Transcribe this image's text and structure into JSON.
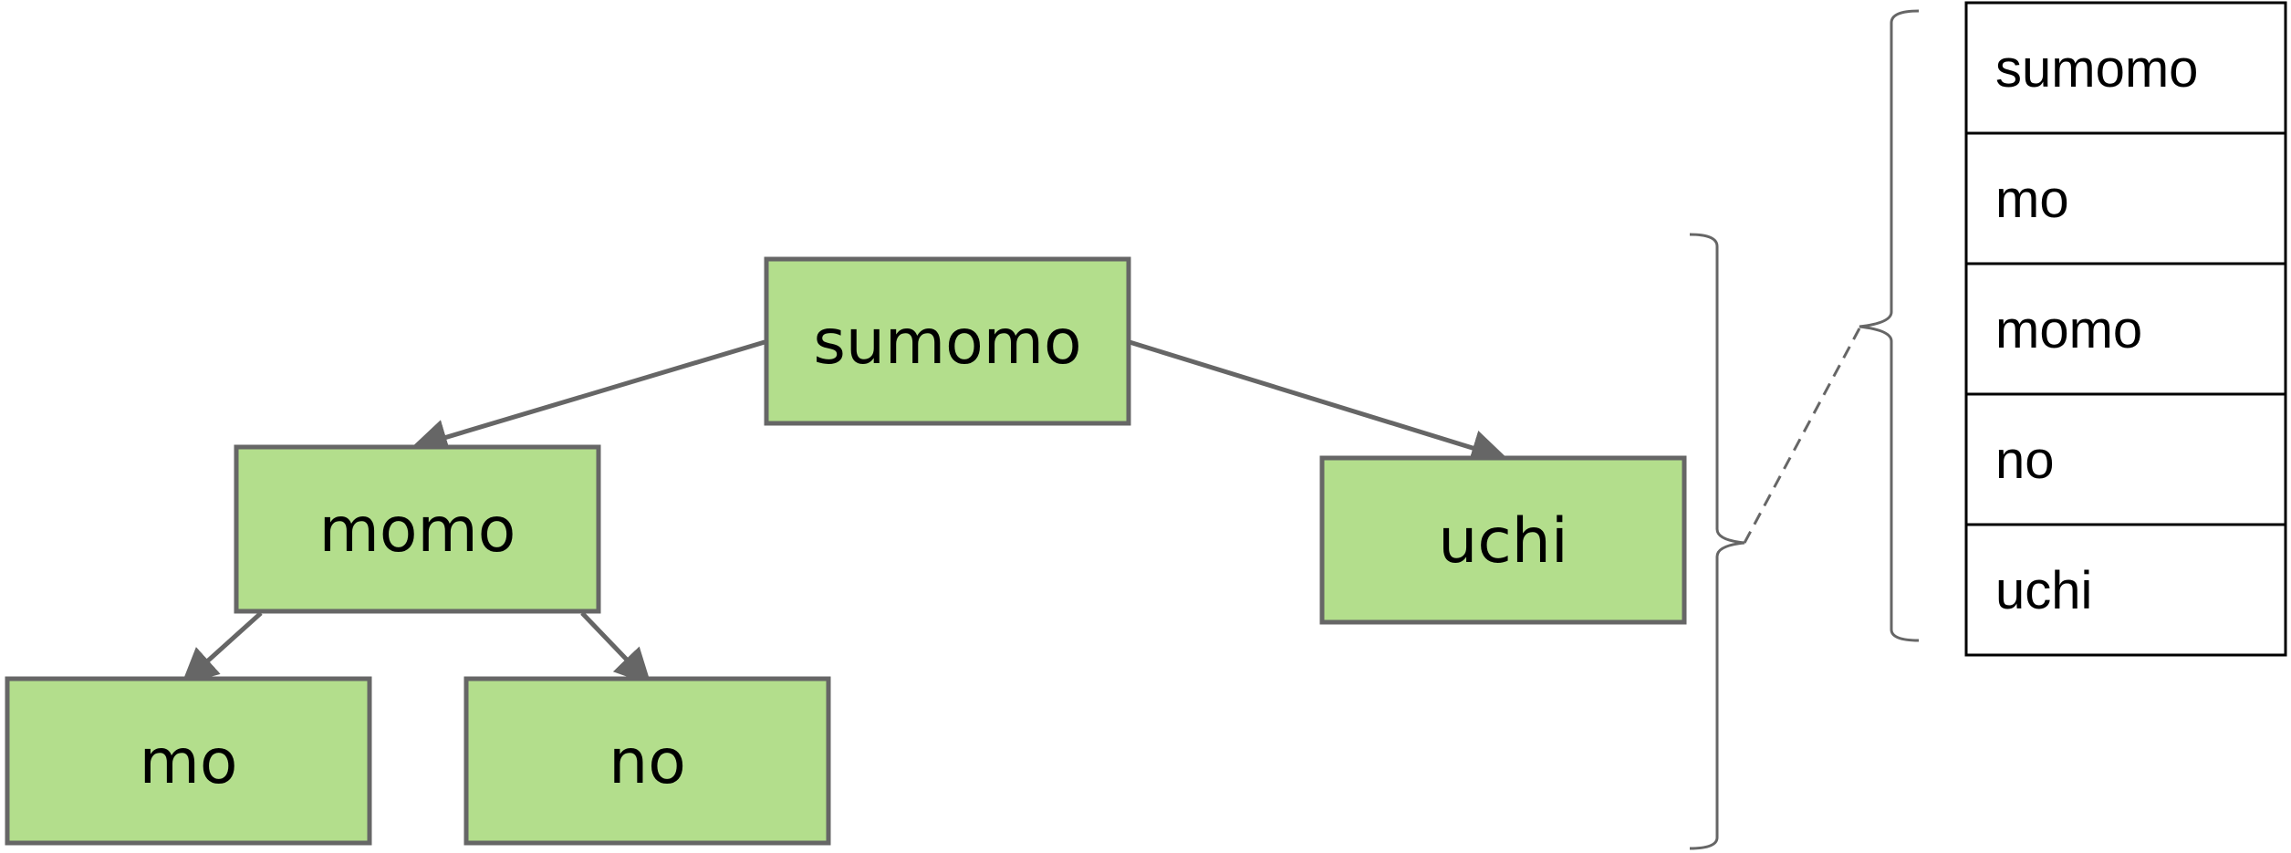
{
  "colors": {
    "node_fill": "#b3de8c",
    "node_stroke": "#666666",
    "edge": "#666666",
    "bracket": "#666666",
    "table_stroke": "#000000"
  },
  "tree": {
    "nodes": [
      {
        "id": "sumomo",
        "label": "sumomo"
      },
      {
        "id": "momo",
        "label": "momo"
      },
      {
        "id": "uchi",
        "label": "uchi"
      },
      {
        "id": "mo",
        "label": "mo"
      },
      {
        "id": "no",
        "label": "no"
      }
    ],
    "edges": [
      {
        "from": "sumomo",
        "to": "momo"
      },
      {
        "from": "sumomo",
        "to": "uchi"
      },
      {
        "from": "momo",
        "to": "mo"
      },
      {
        "from": "momo",
        "to": "no"
      }
    ]
  },
  "sorted_list": {
    "items": [
      "sumomo",
      "mo",
      "momo",
      "no",
      "uchi"
    ]
  }
}
